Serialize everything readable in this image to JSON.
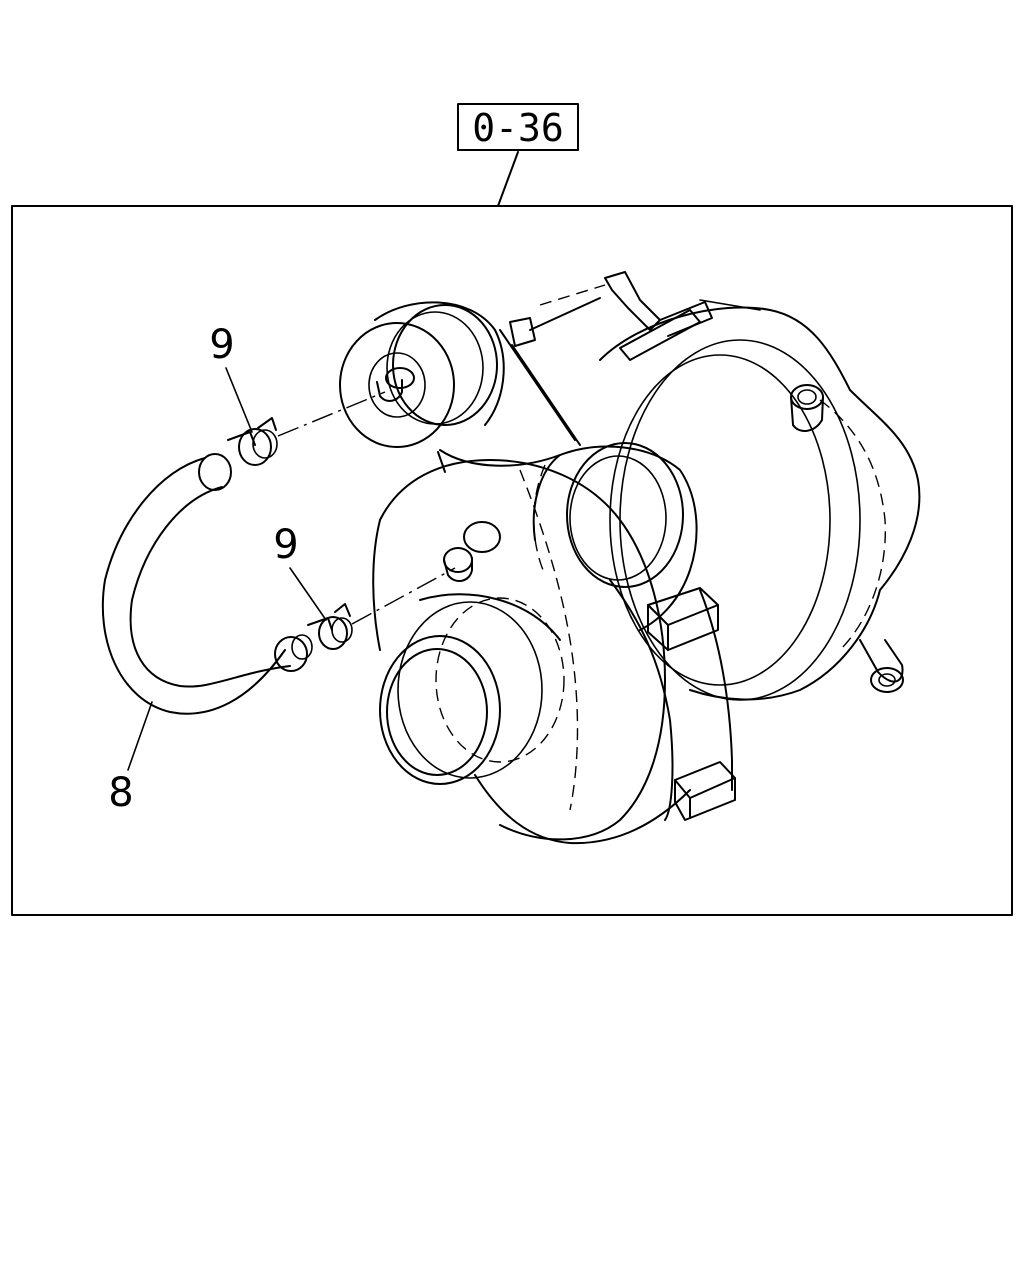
{
  "reference": {
    "label": "0-36"
  },
  "callouts": [
    {
      "id": "clamp-upper",
      "label": "9"
    },
    {
      "id": "clamp-lower",
      "label": "9"
    },
    {
      "id": "hose",
      "label": "8"
    }
  ]
}
